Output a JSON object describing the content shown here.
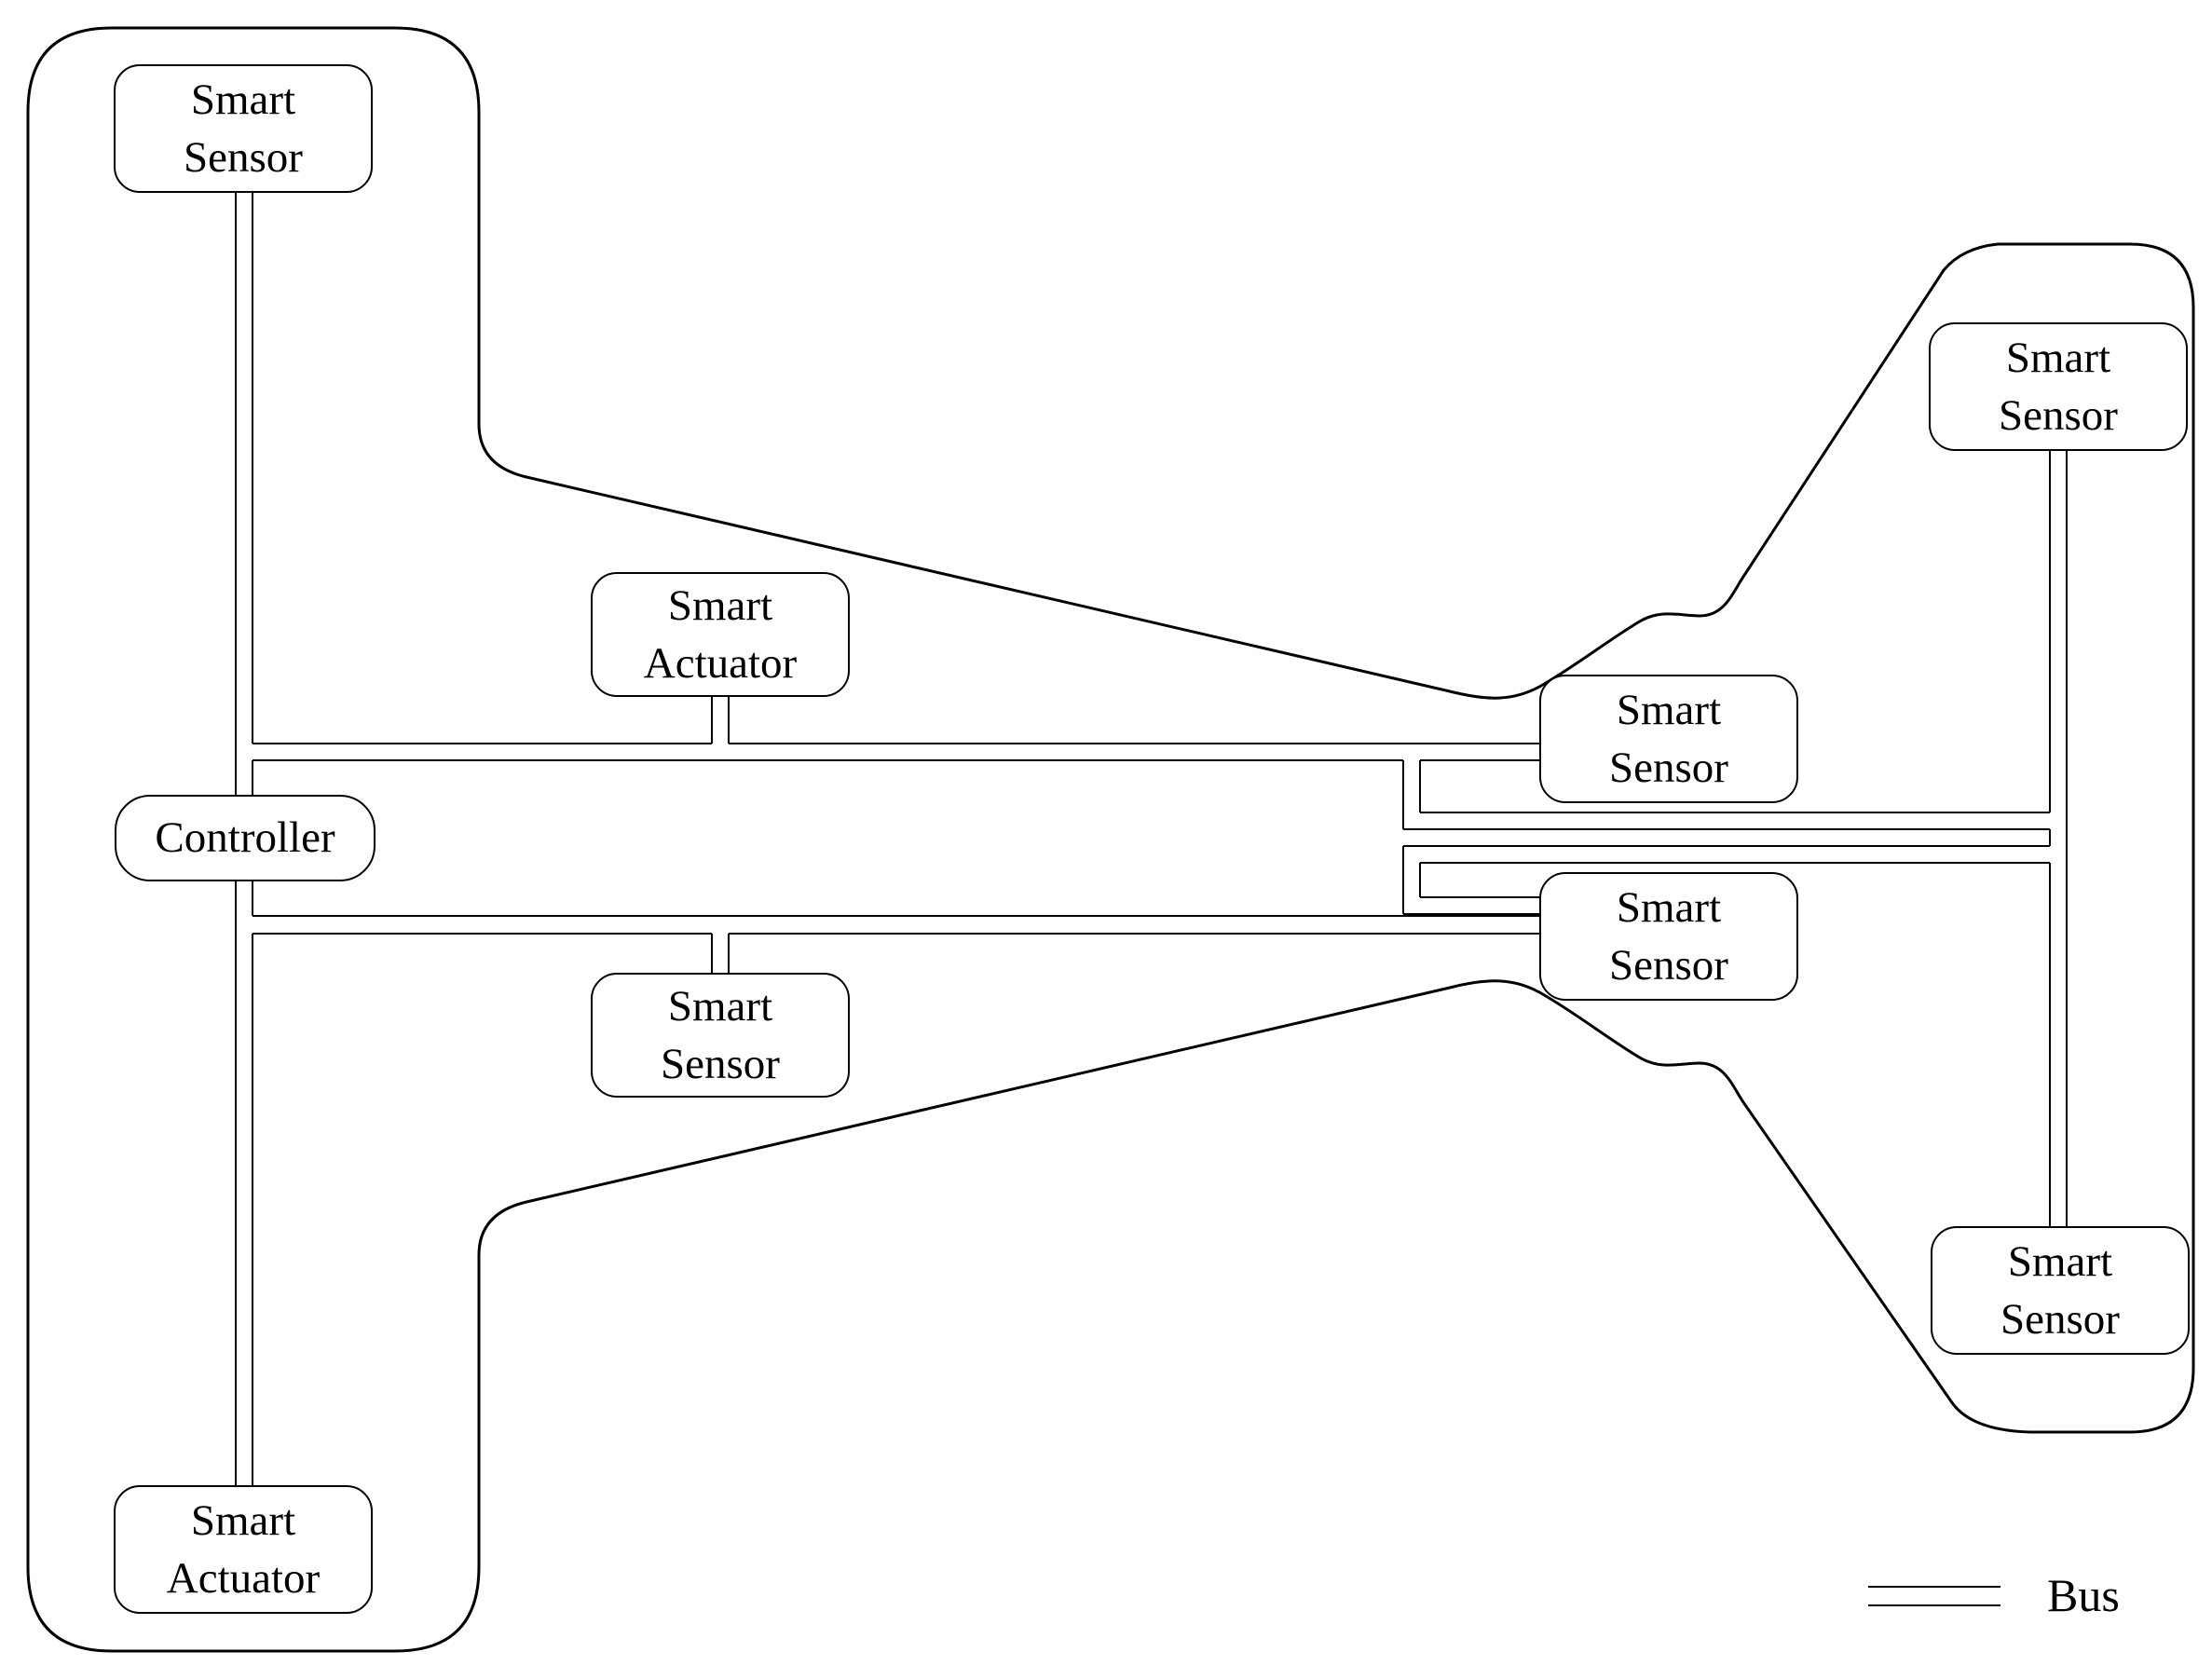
{
  "diagram": {
    "kind": "smart-sensor-actuator-bus-network",
    "shape": "aircraft-silhouette",
    "background_color": "#ffffff",
    "line_color": "#000000"
  },
  "nodes": [
    {
      "id": "sensor-top-left",
      "label": "Smart Sensor"
    },
    {
      "id": "controller",
      "label": "Controller"
    },
    {
      "id": "actuator-top",
      "label": "Smart Actuator"
    },
    {
      "id": "sensor-mid-bottom",
      "label": "Smart Sensor"
    },
    {
      "id": "actuator-bottom-left",
      "label": "Smart Actuator"
    },
    {
      "id": "sensor-right-upper",
      "label": "Smart Sensor"
    },
    {
      "id": "sensor-right-lower",
      "label": "Smart Sensor"
    },
    {
      "id": "sensor-top-right",
      "label": "Smart Sensor"
    },
    {
      "id": "sensor-bottom-right",
      "label": "Smart Sensor"
    }
  ],
  "edges": [
    {
      "from": "sensor-top-left",
      "to": "controller",
      "bus": "fuselage-vertical-bus"
    },
    {
      "from": "controller",
      "to": "actuator-bottom-left",
      "bus": "fuselage-vertical-bus"
    },
    {
      "from": "controller",
      "to": "actuator-top",
      "bus": "upper-horizontal-bus"
    },
    {
      "from": "controller",
      "to": "sensor-right-upper",
      "bus": "upper-horizontal-bus"
    },
    {
      "from": "controller",
      "to": "sensor-mid-bottom",
      "bus": "lower-horizontal-bus"
    },
    {
      "from": "controller",
      "to": "sensor-right-lower",
      "bus": "lower-horizontal-bus"
    },
    {
      "from": "upper-horizontal-bus",
      "to": "right-vertical-bus",
      "bus": "upper-branch-link"
    },
    {
      "from": "sensor-right-lower",
      "to": "right-vertical-bus",
      "bus": "lower-branch-link"
    },
    {
      "from": "sensor-top-right",
      "to": "sensor-bottom-right",
      "bus": "right-vertical-bus"
    }
  ],
  "legend": {
    "symbol": "double-line",
    "label": "Bus"
  }
}
